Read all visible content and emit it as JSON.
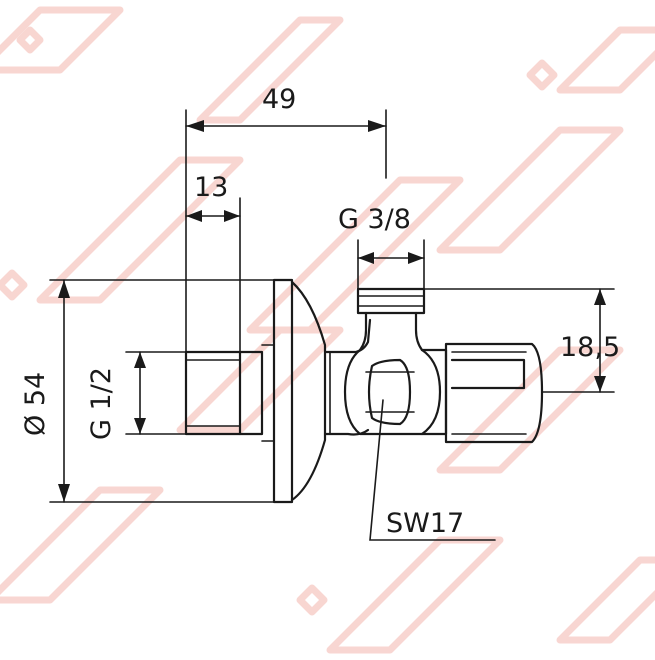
{
  "diagram": {
    "dimensions": {
      "total_length": "49",
      "inlet_thread_length": "13",
      "outlet_thread": "G 3/8",
      "rosette_diameter": "Ø 54",
      "inlet_thread": "G 1/2",
      "outlet_height": "18,5",
      "wrench_size": "SW17"
    },
    "colors": {
      "line": "#1a1a1a",
      "watermark": "#f7cfca",
      "background": "#ffffff"
    }
  }
}
